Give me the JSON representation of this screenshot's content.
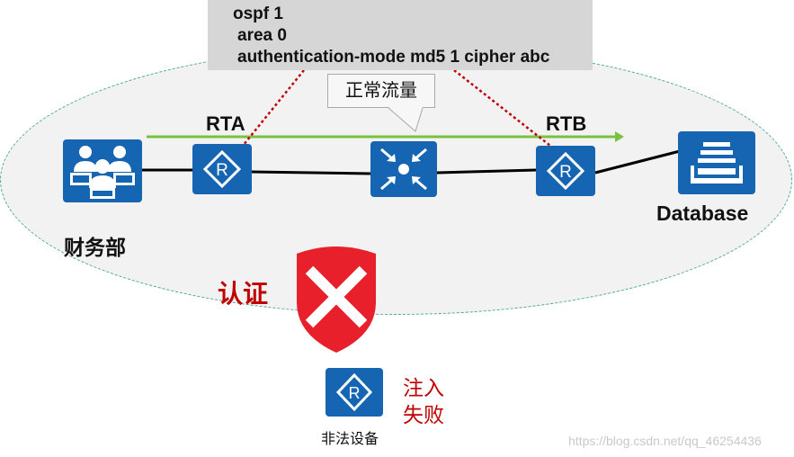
{
  "config": {
    "line1": "ospf 1",
    "line2": "area 0",
    "line3": "authentication-mode md5 1 cipher abc"
  },
  "callout": {
    "text": "正常流量"
  },
  "labels": {
    "rta": "RTA",
    "rtb": "RTB",
    "finance": "财务部",
    "database": "Database",
    "auth": "认证",
    "inject_line1": "注入",
    "inject_line2": "失败",
    "illegal_device": "非法设备"
  },
  "watermark": "https://blog.csdn.net/qq_46254436",
  "icons": {
    "finance": "users-group-icon",
    "rta": "router-icon",
    "switch": "core-switch-icon",
    "rtb": "router-icon",
    "database": "database-icon",
    "shield": "deny-shield-icon",
    "illegal": "router-icon"
  },
  "colors": {
    "icon_blue": "#1565b3",
    "flow_arrow": "#7ac142",
    "deny_red": "#e8202b",
    "label_red": "#c00000",
    "link": "#000000",
    "zone_border": "#4da69c"
  }
}
